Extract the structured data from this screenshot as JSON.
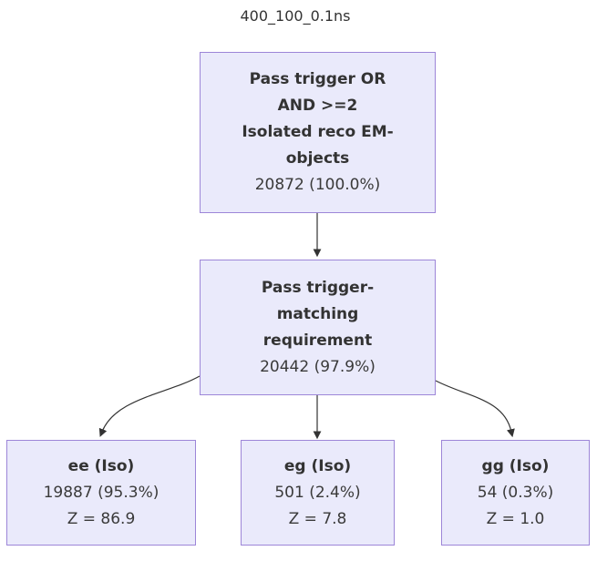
{
  "title": "400_100_0.1ns",
  "colors": {
    "background": "#ffffff",
    "node_fill": "#eaeafb",
    "node_border": "#9d86d8",
    "text": "#333333",
    "arrow": "#333333"
  },
  "nodes": {
    "root": {
      "label_lines": [
        "Pass trigger OR",
        "AND >=2",
        "Isolated reco EM-",
        "objects"
      ],
      "value": "20872 (100.0%)"
    },
    "trigger_matching": {
      "label_lines": [
        "Pass trigger-",
        "matching",
        "requirement"
      ],
      "value": "20442 (97.9%)"
    },
    "ee": {
      "label": "ee (Iso)",
      "value": "19887 (95.3%)",
      "z": "Z = 86.9"
    },
    "eg": {
      "label": "eg (Iso)",
      "value": "501 (2.4%)",
      "z": "Z = 7.8"
    },
    "gg": {
      "label": "gg (Iso)",
      "value": "54 (0.3%)",
      "z": "Z = 1.0"
    }
  },
  "edges": [
    {
      "from": "root",
      "to": "trigger_matching"
    },
    {
      "from": "trigger_matching",
      "to": "ee"
    },
    {
      "from": "trigger_matching",
      "to": "eg"
    },
    {
      "from": "trigger_matching",
      "to": "gg"
    }
  ]
}
